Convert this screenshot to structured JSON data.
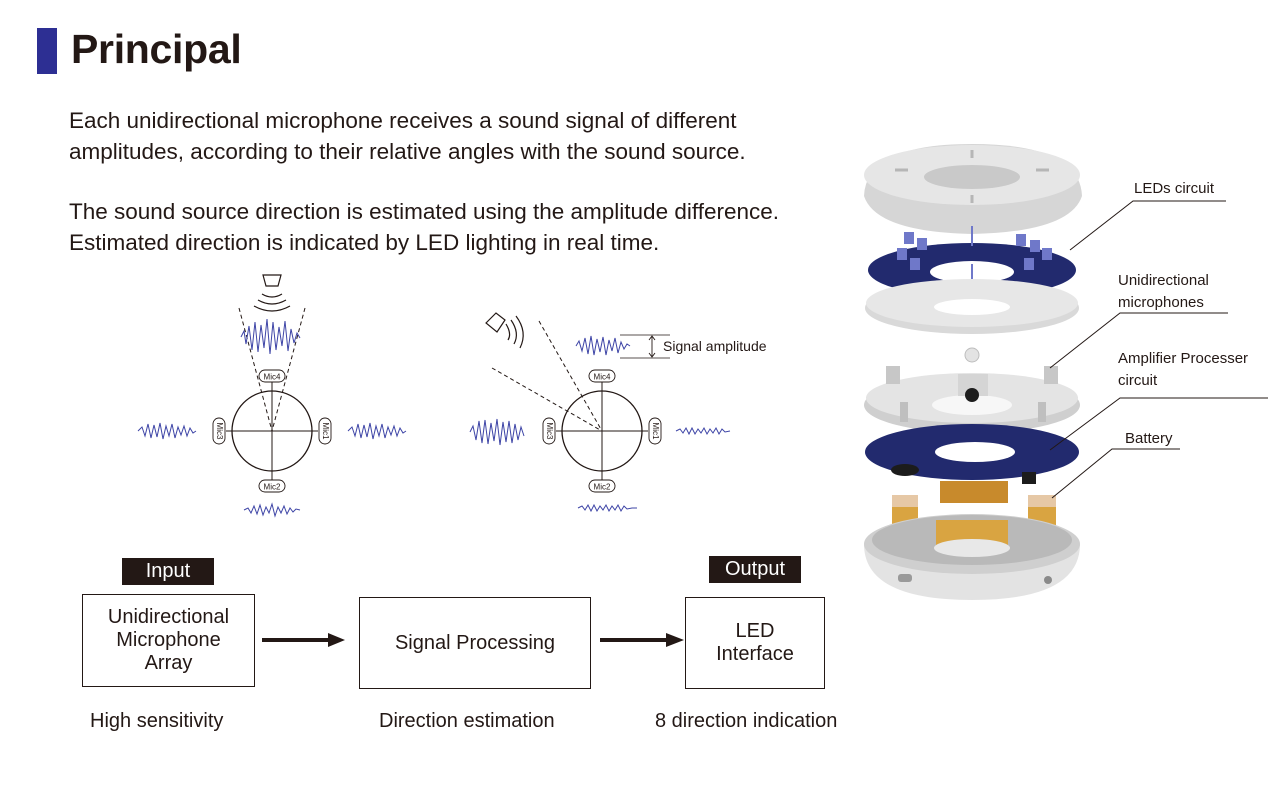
{
  "title": "Principal",
  "paragraph1": {
    "line1": "Each unidirectional microphone receives a sound signal of different",
    "line2": "amplitudes, according to their relative angles with the sound source."
  },
  "paragraph2": {
    "line1": "The sound source direction is estimated using the amplitude difference.",
    "line2": "Estimated direction is indicated by LED lighting in real time."
  },
  "diagrams": {
    "mic_labels": {
      "top": "Mic4",
      "right": "Mic1",
      "bottom": "Mic2",
      "left": "Mic3"
    },
    "signal_amplitude_label": "Signal amplitude"
  },
  "flow": {
    "input_tag": "Input",
    "output_tag": "Output",
    "box1": {
      "line1": "Unidirectional",
      "line2": "Microphone",
      "line3": "Array"
    },
    "box2": "Signal Processing",
    "box3": {
      "line1": "LED",
      "line2": "Interface"
    },
    "captions": [
      "High sensitivity",
      "Direction estimation",
      "8 direction indication"
    ]
  },
  "device_labels": {
    "leds": "LEDs circuit",
    "mics_line1": "Unidirectional",
    "mics_line2": "microphones",
    "amp_line1": "Amplifier Processer",
    "amp_line2": "circuit",
    "battery": "Battery"
  },
  "colors": {
    "accent": "#2d2f93",
    "waveform": "#3d44a6",
    "board": "#222a6e",
    "battery": "#d9a441"
  }
}
